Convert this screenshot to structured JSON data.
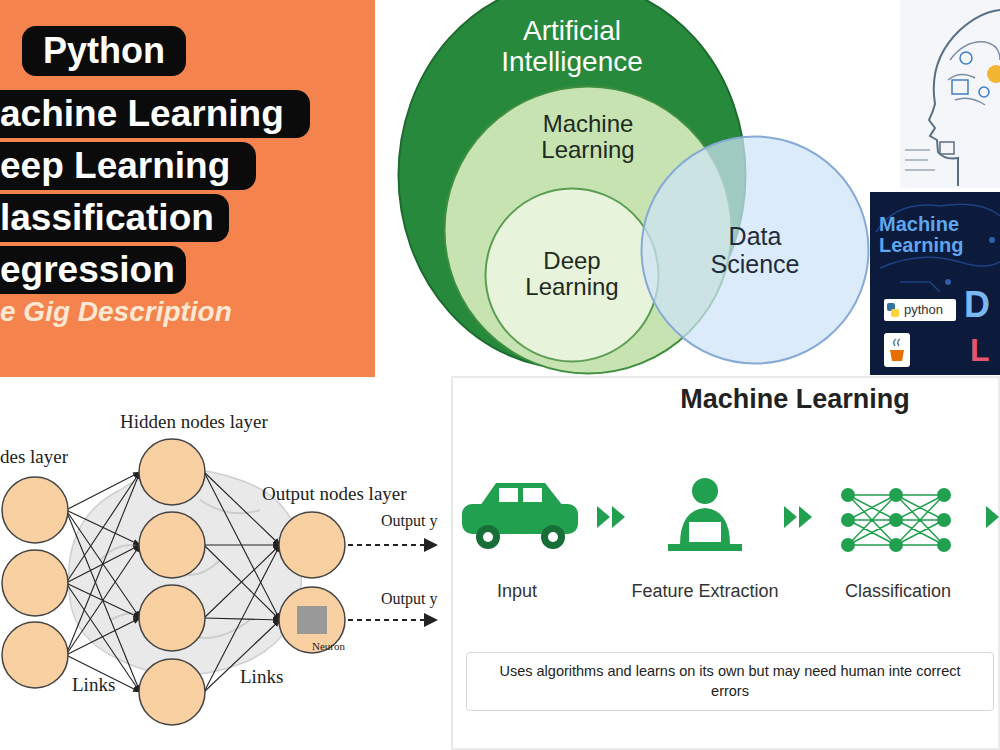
{
  "diagram": {
    "nodes": [
      {
        "text": [
          "Python"
        ]
      },
      {
        "text": [
          "achine Learning"
        ]
      },
      {
        "text": [
          "eep Learning"
        ]
      },
      {
        "text": [
          "lassification"
        ]
      },
      {
        "text": [
          "egression"
        ]
      },
      {
        "text": [
          "Artificial Intelligence"
        ]
      },
      {
        "text": [
          "Machine Learning"
        ],
        "in": 5
      },
      {
        "text": [
          "Deep Learning"
        ],
        "in": 6
      },
      {
        "text": [
          "Data Science"
        ]
      },
      {
        "text": [
          "python"
        ]
      },
      {
        "text": [
          "Uses algorithms and learns on its own but may need human inte correct errors"
        ]
      }
    ],
    "labels": [
      "e Gig Description",
      "Machine Learning",
      "D",
      "L",
      "des layer",
      "Hidden nodes layer",
      "Output nodes layer",
      "Output y",
      "Output y",
      "Links",
      "Links",
      "Neuron",
      "Machine Learning",
      "Input",
      "Feature Extraction",
      "Classification"
    ]
  }
}
